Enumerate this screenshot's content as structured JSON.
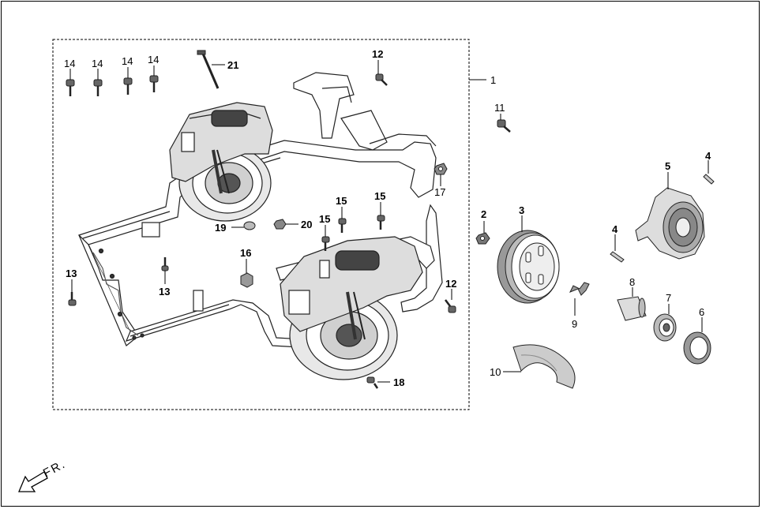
{
  "diagram": {
    "callouts": [
      {
        "id": "c1",
        "label": "1"
      },
      {
        "id": "c2",
        "label": "2"
      },
      {
        "id": "c3",
        "label": "3"
      },
      {
        "id": "c4a",
        "label": "4"
      },
      {
        "id": "c4b",
        "label": "4"
      },
      {
        "id": "c5",
        "label": "5"
      },
      {
        "id": "c6",
        "label": "6"
      },
      {
        "id": "c7",
        "label": "7"
      },
      {
        "id": "c8",
        "label": "8"
      },
      {
        "id": "c9",
        "label": "9"
      },
      {
        "id": "c10",
        "label": "10"
      },
      {
        "id": "c11",
        "label": "11"
      },
      {
        "id": "c12a",
        "label": "12"
      },
      {
        "id": "c12b",
        "label": "12"
      },
      {
        "id": "c13a",
        "label": "13"
      },
      {
        "id": "c13b",
        "label": "13"
      },
      {
        "id": "c14a",
        "label": "14"
      },
      {
        "id": "c14b",
        "label": "14"
      },
      {
        "id": "c14c",
        "label": "14"
      },
      {
        "id": "c14d",
        "label": "14"
      },
      {
        "id": "c15a",
        "label": "15"
      },
      {
        "id": "c15b",
        "label": "15"
      },
      {
        "id": "c15c",
        "label": "15"
      },
      {
        "id": "c16",
        "label": "16"
      },
      {
        "id": "c17",
        "label": "17"
      },
      {
        "id": "c18",
        "label": "18"
      },
      {
        "id": "c19",
        "label": "19"
      },
      {
        "id": "c20",
        "label": "20"
      },
      {
        "id": "c21",
        "label": "21"
      }
    ],
    "direction_label": "FR."
  }
}
